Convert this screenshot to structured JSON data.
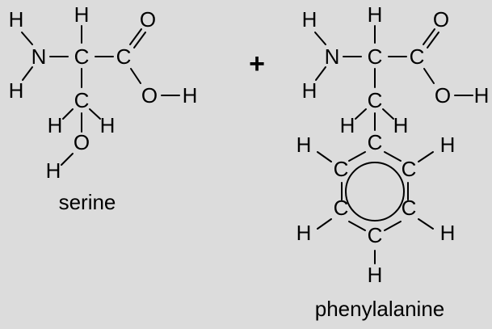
{
  "background_color": "#dcdcdc",
  "plus_sign": "+",
  "molecules": [
    {
      "name": "serine",
      "atoms": [
        {
          "id": "s_h_n1",
          "label": "H"
        },
        {
          "id": "s_h_n2",
          "label": "H"
        },
        {
          "id": "s_n",
          "label": "N"
        },
        {
          "id": "s_h_ca",
          "label": "H"
        },
        {
          "id": "s_ca",
          "label": "C"
        },
        {
          "id": "s_cc",
          "label": "C"
        },
        {
          "id": "s_o_dbl",
          "label": "O"
        },
        {
          "id": "s_o_h",
          "label": "O"
        },
        {
          "id": "s_h_oh",
          "label": "H"
        },
        {
          "id": "s_cb",
          "label": "C"
        },
        {
          "id": "s_h_cb1",
          "label": "H"
        },
        {
          "id": "s_h_cb2",
          "label": "H"
        },
        {
          "id": "s_og",
          "label": "O"
        },
        {
          "id": "s_h_og",
          "label": "H"
        }
      ]
    },
    {
      "name": "phenylalanine",
      "atoms": [
        {
          "id": "p_h_n1",
          "label": "H"
        },
        {
          "id": "p_h_n2",
          "label": "H"
        },
        {
          "id": "p_n",
          "label": "N"
        },
        {
          "id": "p_h_ca",
          "label": "H"
        },
        {
          "id": "p_ca",
          "label": "C"
        },
        {
          "id": "p_cc",
          "label": "C"
        },
        {
          "id": "p_o_dbl",
          "label": "O"
        },
        {
          "id": "p_o_h",
          "label": "O"
        },
        {
          "id": "p_h_oh",
          "label": "H"
        },
        {
          "id": "p_cb",
          "label": "C"
        },
        {
          "id": "p_h_cb1",
          "label": "H"
        },
        {
          "id": "p_h_cb2",
          "label": "H"
        },
        {
          "id": "p_c1",
          "label": "C"
        },
        {
          "id": "p_c2",
          "label": "C"
        },
        {
          "id": "p_c3",
          "label": "C"
        },
        {
          "id": "p_c4",
          "label": "C"
        },
        {
          "id": "p_c5",
          "label": "C"
        },
        {
          "id": "p_c6",
          "label": "C"
        },
        {
          "id": "p_h2",
          "label": "H"
        },
        {
          "id": "p_h3",
          "label": "H"
        },
        {
          "id": "p_h4",
          "label": "H"
        },
        {
          "id": "p_h5",
          "label": "H"
        },
        {
          "id": "p_h6",
          "label": "H"
        }
      ]
    }
  ]
}
